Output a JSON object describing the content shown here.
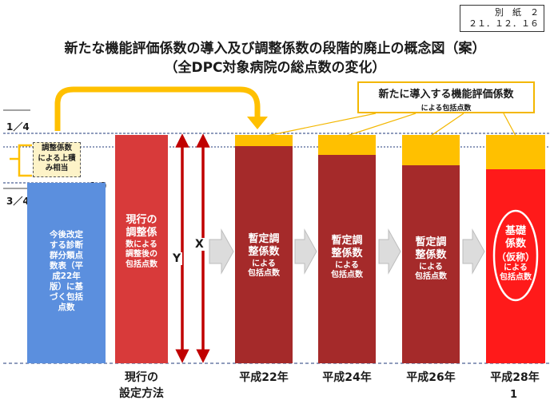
{
  "stamp": {
    "line1": "別　紙　２",
    "line2": "２１．１２．１６"
  },
  "title": {
    "line1": "新たな機能評価係数の導入及び調整係数の段階的廃止の概念図（案）",
    "line2": "（全DPC対象病院の総点数の変化）"
  },
  "fractions": {
    "quarter": "1／4",
    "three_quarter": "3／4",
    "one": "1.0"
  },
  "note_label": {
    "line1": "新たに導入する機能評価係数",
    "line2": "による包括点数"
  },
  "adjust_box": {
    "line1": "調整係数",
    "line2": "による上積",
    "line3": "み相当"
  },
  "bars": {
    "base": {
      "lines": [
        "今後改定",
        "する診断",
        "群分類点",
        "数表（平",
        "成22年",
        "版）に基",
        "づく包括",
        "点数"
      ]
    },
    "current": {
      "line1": "現行の",
      "line2": "調整係",
      "line3": "数による",
      "line4": "調整後の",
      "line5": "包括点数"
    },
    "h22": {
      "line1": "暫定調",
      "line2": "整係数",
      "line3": "による",
      "line4": "包括点数"
    },
    "h24": {
      "line1": "暫定調",
      "line2": "整係数",
      "line3": "による",
      "line4": "包括点数"
    },
    "h26": {
      "line1": "暫定調",
      "line2": "整係数",
      "line3": "による",
      "line4": "包括点数"
    },
    "h28": {
      "line1": "基礎",
      "line2": "係数",
      "line3": "（仮称）",
      "line4": "による",
      "line5": "包括点数"
    }
  },
  "axis_labels": {
    "x": "X",
    "y": "Y"
  },
  "bottom": {
    "current_line1": "現行の",
    "current_line2": "設定方法",
    "h22": "平成22年",
    "h24": "平成24年",
    "h26": "平成26年",
    "h28": "平成28年"
  },
  "page_number": "1",
  "colors": {
    "blue": "#5b8fde",
    "red_current": "#d83a3a",
    "dark_red": "#a52a2a",
    "bright_red": "#ff1a1a",
    "yellow": "#ffc000",
    "arrow_gray": "#dcdcdc"
  }
}
